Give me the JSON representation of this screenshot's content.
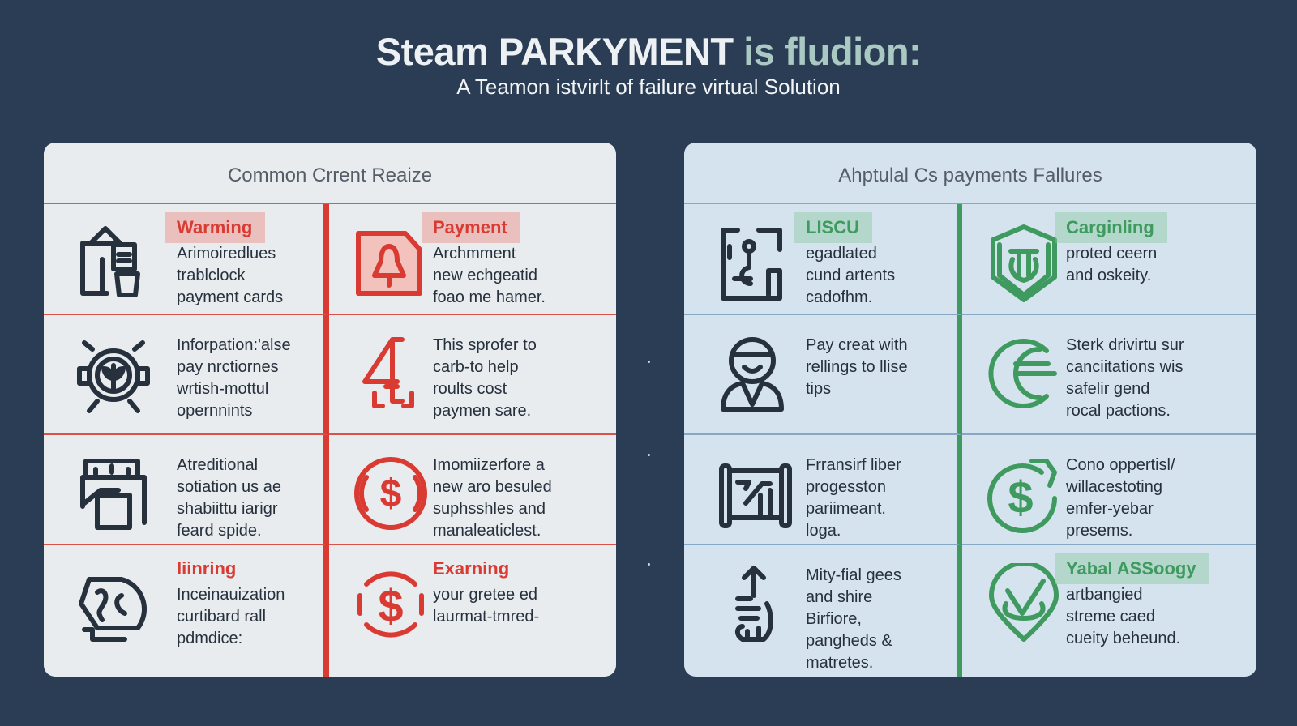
{
  "header": {
    "title_main": "Steam PARKYMENT",
    "title_accent": "is fludion:",
    "subtitle": "A Teamon istvirlt of failure virtual Solution"
  },
  "colors": {
    "background": "#2a3d55",
    "red": "#d93a32",
    "green": "#3e9a5f",
    "navy": "#26313d"
  },
  "panels": [
    {
      "title": "Common Crrent Reaize",
      "cells": [
        {
          "label": "Warming",
          "icon": "document-cup-icon",
          "lines": [
            "Arimoiredlues",
            "trablclock",
            "payment cards"
          ]
        },
        {
          "label": "Payment",
          "icon": "alert-card-icon",
          "lines": [
            "Archmment",
            "new echgeatid",
            "foao me hamer."
          ]
        },
        {
          "label": "",
          "icon": "robot-leaf-icon",
          "lines": [
            "Inforpation:'alse",
            "pay nrctiornes",
            "wrtish-mottul",
            "opernnints"
          ]
        },
        {
          "label": "",
          "icon": "number-four-icon",
          "lines": [
            "This sprofer to",
            "carb-to help",
            "roults cost",
            "paymen sare."
          ]
        },
        {
          "label": "",
          "icon": "box-hand-icon",
          "lines": [
            "Atreditional",
            "sotiation us ae",
            "shabiittu iarigr",
            "feard spide."
          ]
        },
        {
          "label": "",
          "icon": "dollar-cycle-icon",
          "lines": [
            "Imomiizerfore a",
            "new aro besuled",
            "suphsshles and",
            "manaleaticlest."
          ]
        },
        {
          "label": "Iiinring",
          "icon": "globe-hand-icon",
          "lines": [
            "Inceinauization",
            "curtibard rall",
            "pdmdice:"
          ]
        },
        {
          "label": "Exarning",
          "icon": "dollar-circle-icon",
          "lines": [
            "your gretee ed",
            "laurmat-tmred-"
          ]
        }
      ]
    },
    {
      "title": "Ahptulal Cs payments Fallures",
      "cells": [
        {
          "label": "LISCU",
          "icon": "circuit-icon",
          "lines": [
            "egadlated",
            "cund artents",
            "cadofhm."
          ]
        },
        {
          "label": "Carginling",
          "icon": "shield-icon",
          "lines": [
            "proted ceern",
            "and oskeity."
          ]
        },
        {
          "label": "",
          "icon": "person-icon",
          "lines": [
            "Pay creat with",
            "rellings to llise",
            "tips"
          ]
        },
        {
          "label": "",
          "icon": "euro-circle-icon",
          "lines": [
            "Sterk drivirtu sur",
            "canciitations wis",
            "safelir gend",
            "rocal pactions."
          ]
        },
        {
          "label": "",
          "icon": "chart-scroll-icon",
          "lines": [
            "Frransirf liber",
            "progesston",
            "pariimeant.",
            "loga."
          ]
        },
        {
          "label": "",
          "icon": "dollar-bag-icon",
          "lines": [
            "Cono oppertisl/",
            "willacestoting",
            "emfer-yebar",
            "presems."
          ]
        },
        {
          "label": "",
          "icon": "hand-arrow-icon",
          "lines": [
            "Mity-fial gees",
            "and shire",
            "Birfiore,",
            "pangheds &",
            "matretes."
          ]
        },
        {
          "label": "Yabal ASSoogy",
          "icon": "check-pin-icon",
          "lines": [
            "artbangied",
            "streme caed",
            "cueity beheund."
          ]
        }
      ]
    }
  ]
}
